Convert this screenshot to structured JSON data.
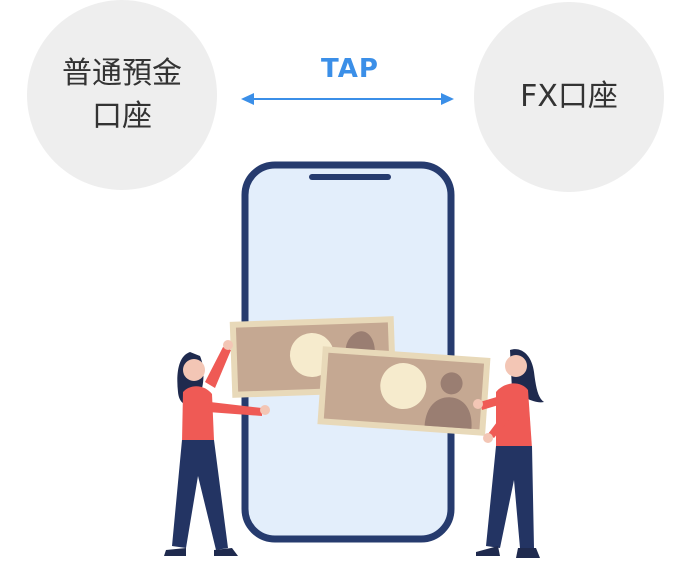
{
  "left_account": {
    "label": "普通預金\n口座"
  },
  "right_account": {
    "label": "FX口座"
  },
  "transfer": {
    "label": "TAP",
    "color": "#3b8fe8"
  },
  "colors": {
    "circle": "#eeeeee",
    "phone_frame": "#263b6e",
    "phone_screen": "#e3eefb",
    "banknote": "#c5a892",
    "banknote_border": "#e8d9b9",
    "banknote_seal": "#f6ebcd",
    "portrait": "#9a7e72",
    "shirt": "#ef5a55",
    "pants": "#233463",
    "hair": "#1f2a4e",
    "skin": "#f3c6b5"
  }
}
